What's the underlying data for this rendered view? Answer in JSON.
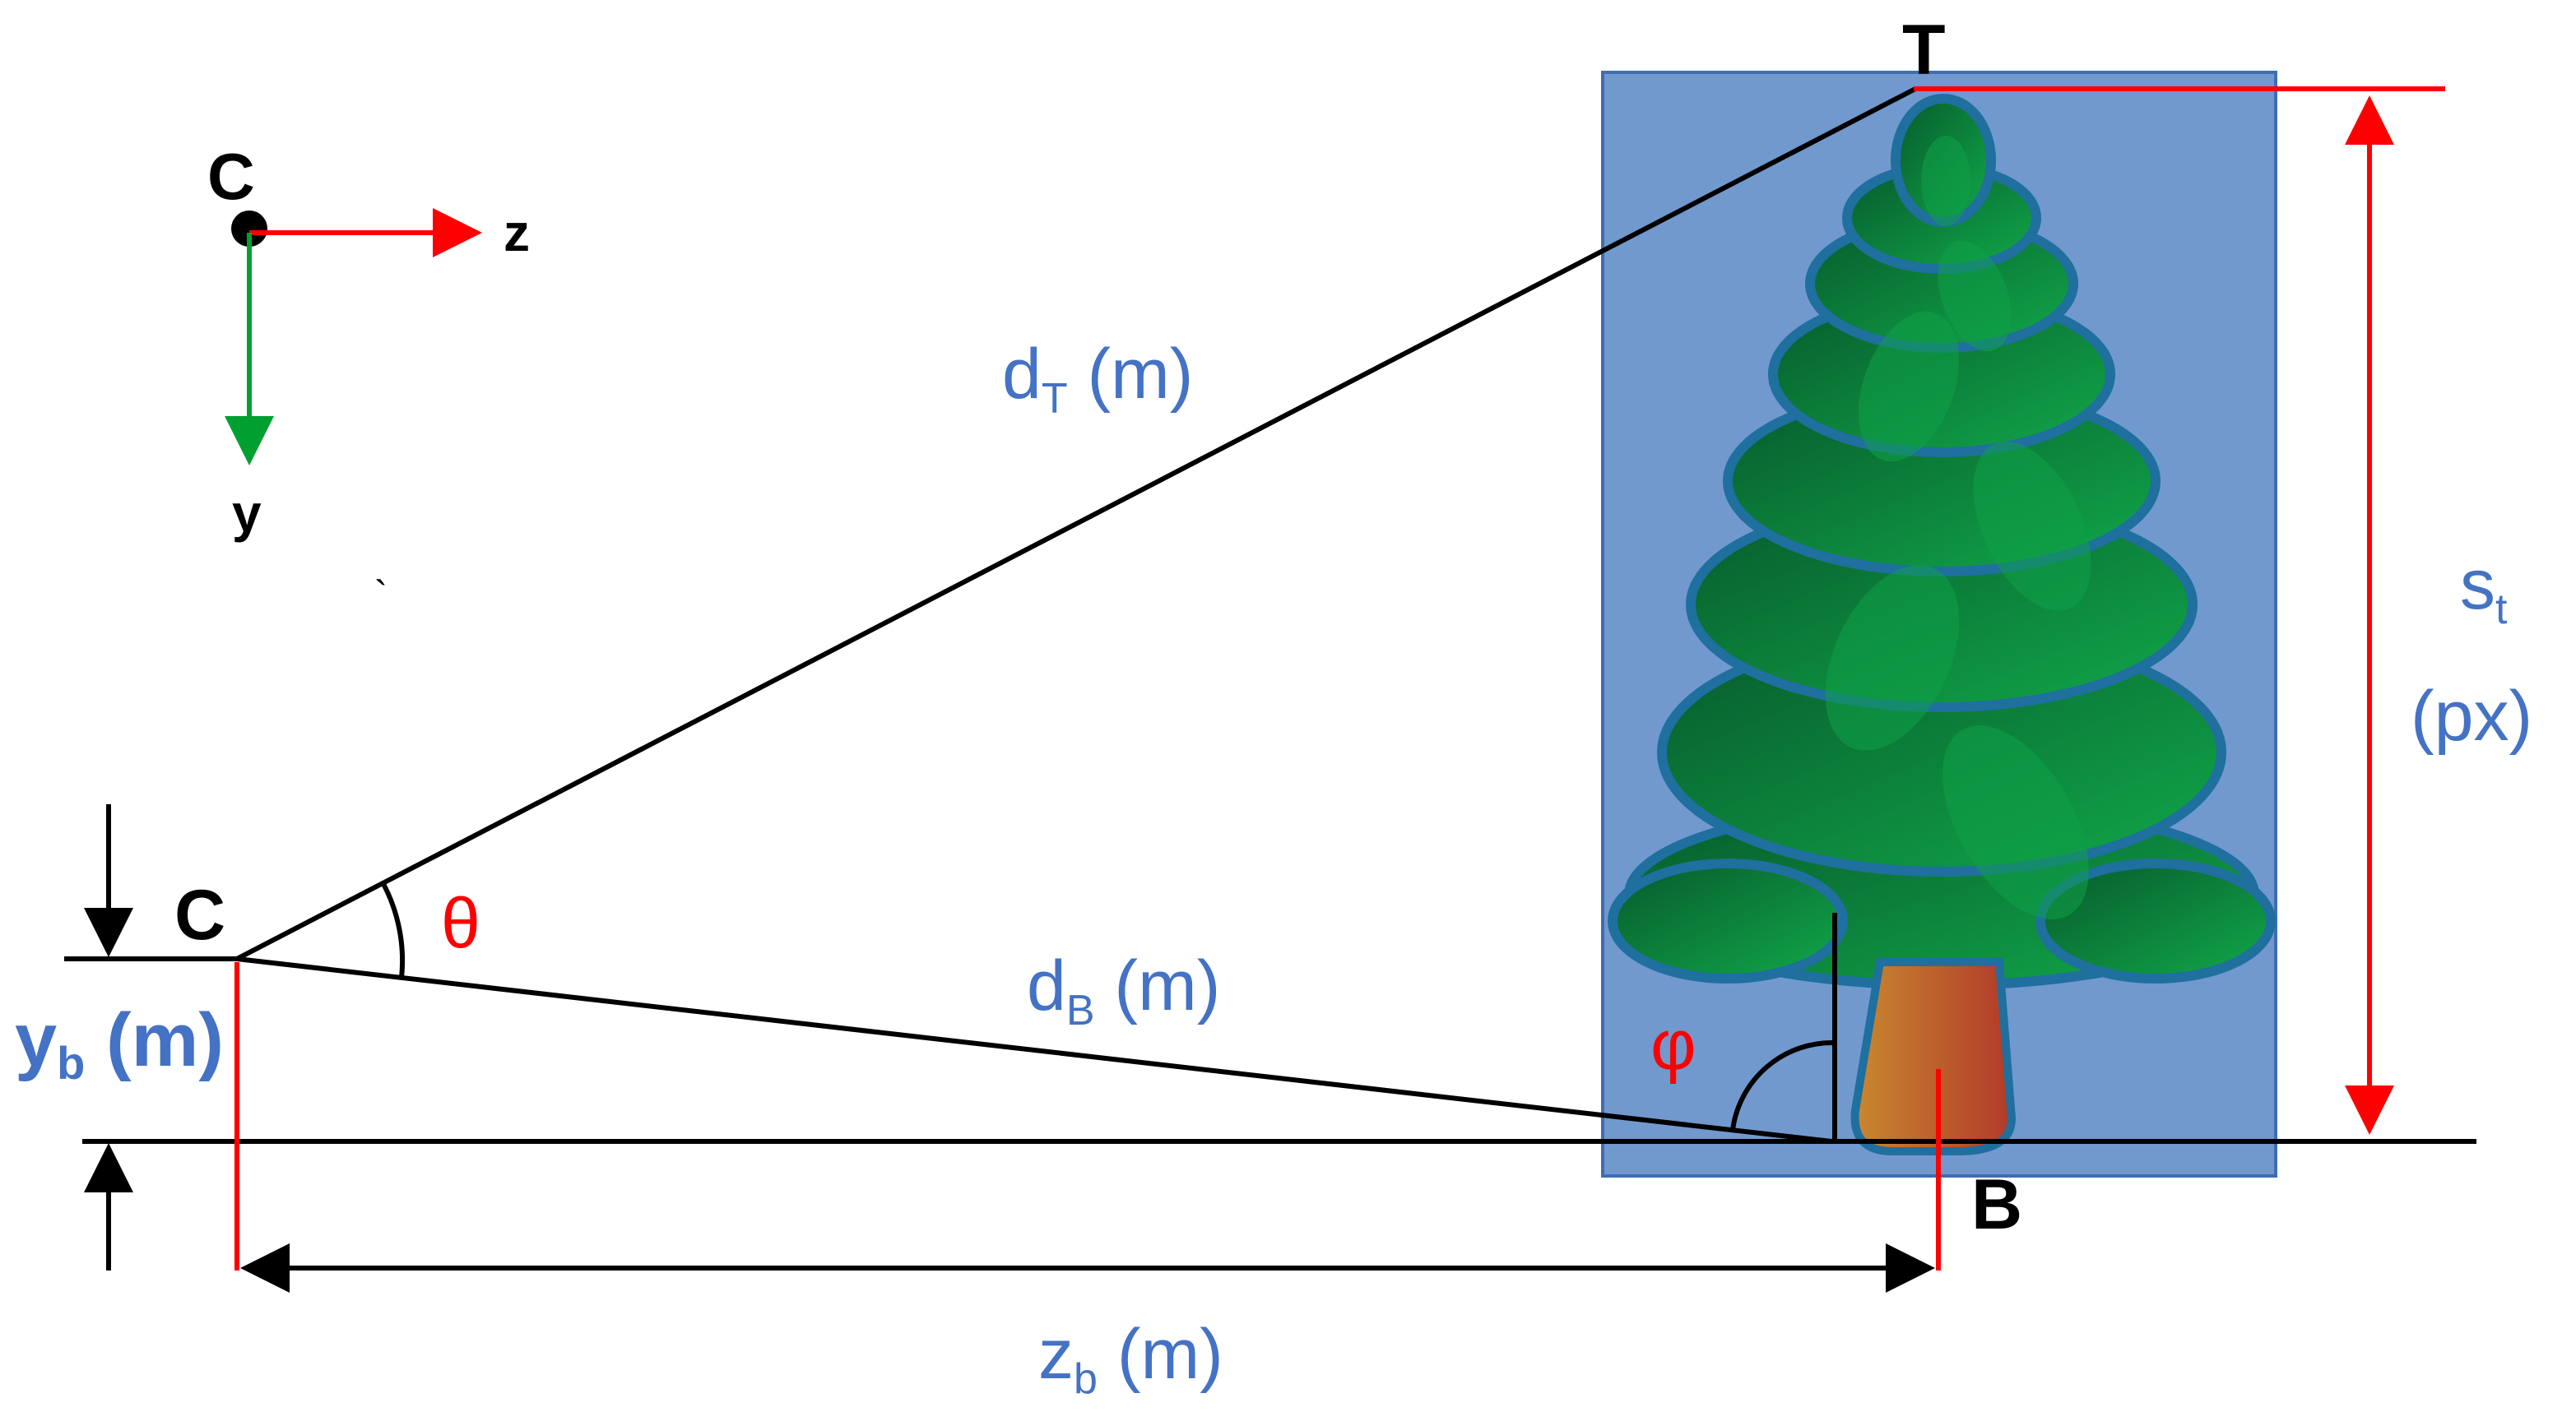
{
  "axes_key": {
    "origin": "C",
    "z": "z",
    "y": "y"
  },
  "points": {
    "camera": "C",
    "top": "T",
    "base": "B"
  },
  "labels": {
    "dT": {
      "main": "d",
      "sub": "T",
      "unit": " (m)"
    },
    "dB": {
      "main": "d",
      "sub": "B",
      "unit": " (m)"
    },
    "zb": {
      "main": "z",
      "sub": "b",
      "unit": " (m)"
    },
    "yb": {
      "main": "y",
      "sub": "b",
      "unit": " (m)"
    },
    "st": {
      "main": "s",
      "sub": "t",
      "unit": "(px)"
    },
    "theta": "θ",
    "phi": "φ",
    "tick": "`"
  },
  "colors": {
    "red": "#ff0000",
    "green": "#00a030",
    "black": "#000000",
    "label_blue": "#4472c4",
    "image_frame_fill": "#7199ce",
    "image_frame_stroke": "#3f6db3",
    "tree_dark": "#075a2c",
    "tree_light": "#11a84a",
    "tree_outline": "#1f6f9f",
    "trunk_dark": "#b23a2a",
    "trunk_light": "#c8882f"
  }
}
